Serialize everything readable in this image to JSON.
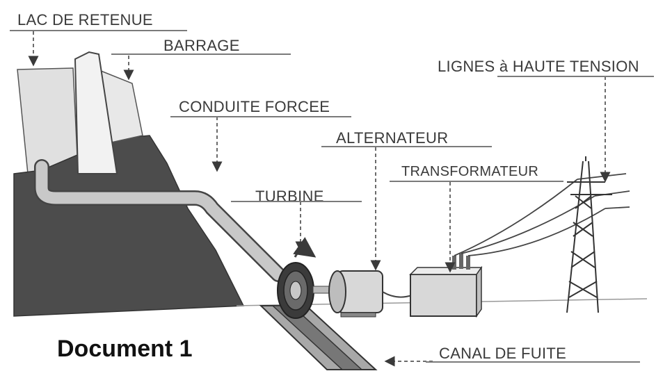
{
  "labels": {
    "lac": "LAC DE RETENUE",
    "barrage": "BARRAGE",
    "conduite": "CONDUITE FORCEE",
    "alternateur": "ALTERNATEUR",
    "transformateur": "TRANSFORMATEUR",
    "lignes": "LIGNES à HAUTE TENSION",
    "turbine": "TURBINE",
    "canal": "CANAL DE FUITE"
  },
  "document_title": "Document 1",
  "colors": {
    "mountain": "#4a4a4a",
    "reservoir": "#e2e2e2",
    "dam": "#f4f4f4",
    "pipe": "#c4c4c4",
    "machine": "#d8d8d8",
    "ink": "#3a3a3a"
  }
}
